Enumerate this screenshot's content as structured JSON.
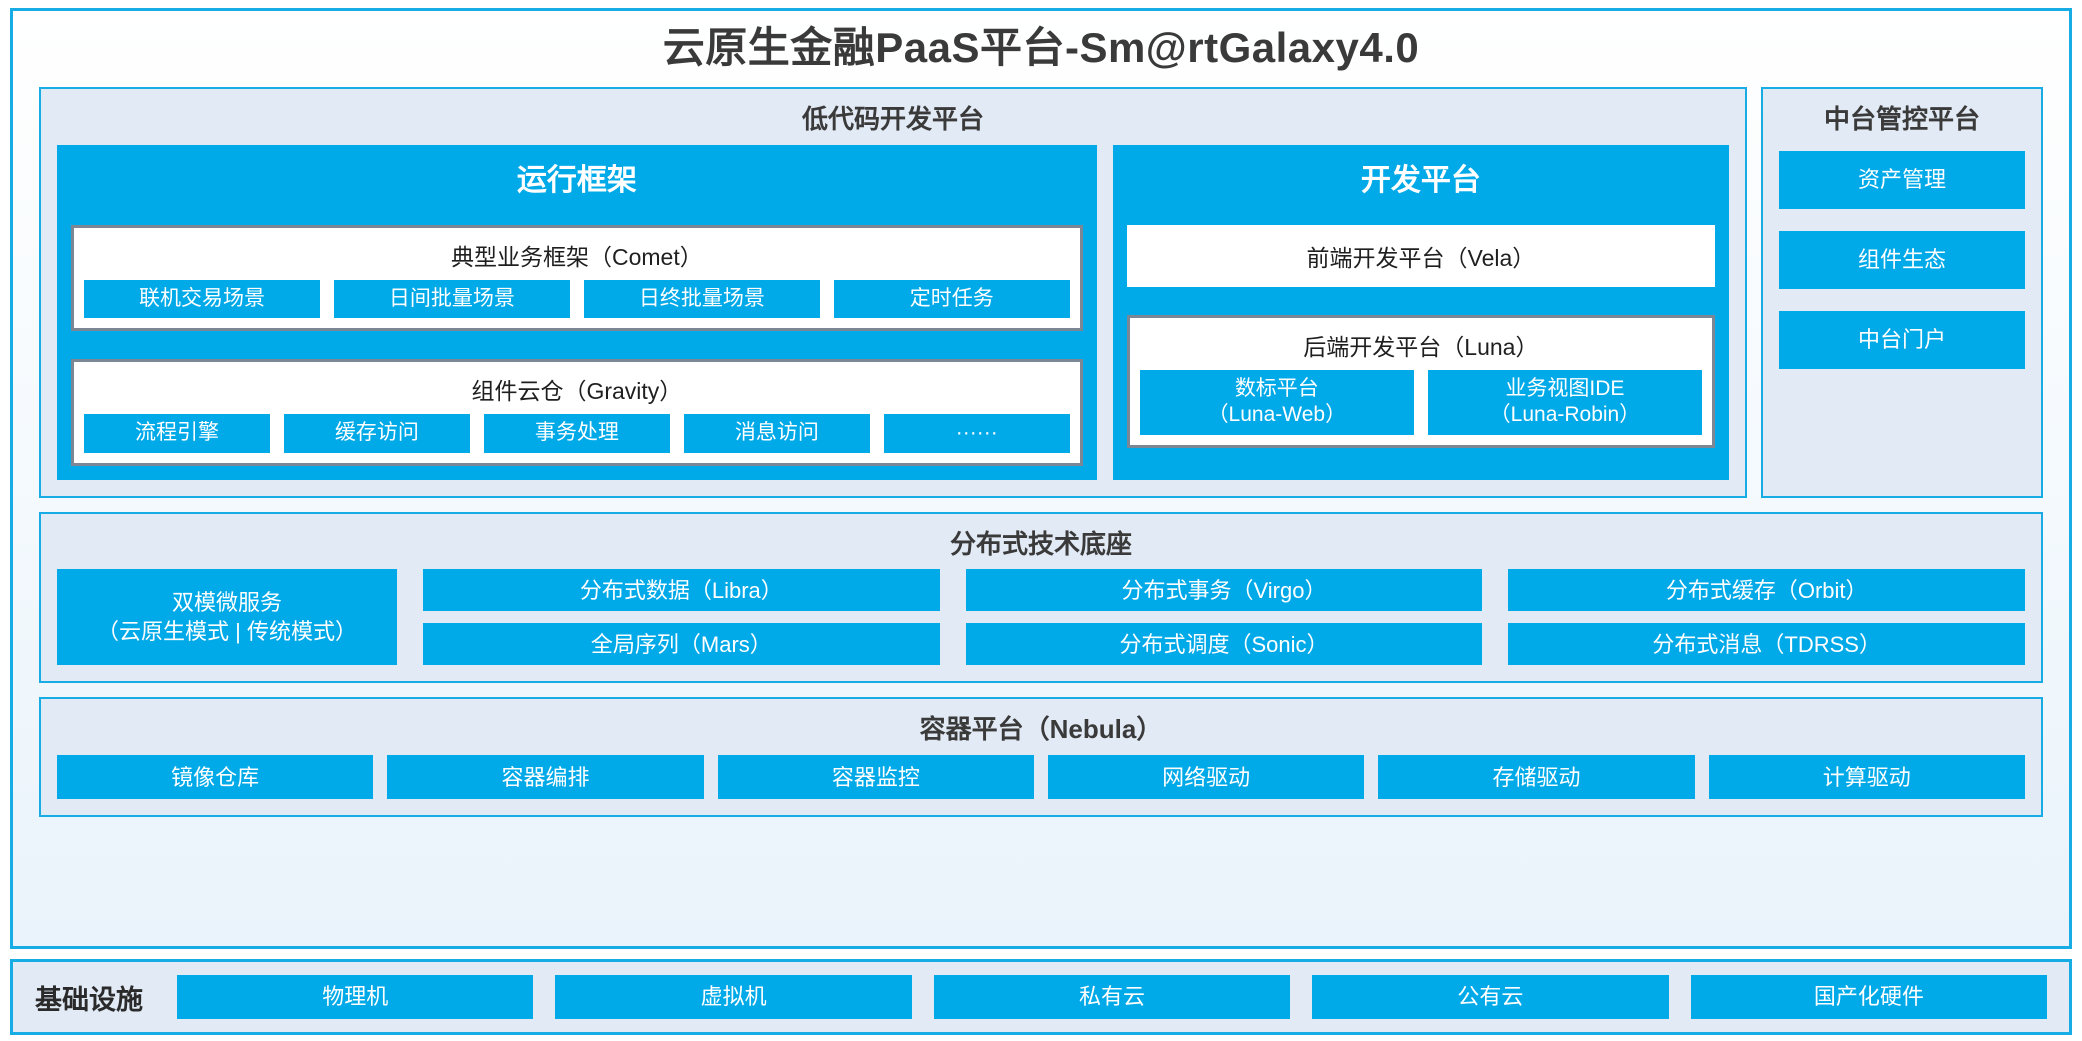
{
  "title": "云原生金融PaaS平台-Sm@rtGalaxy4.0",
  "colors": {
    "accent": "#00a9e8",
    "frame_border": "#18ace5",
    "panel_bg": "#e2ebf5",
    "card_border": "#7b8794",
    "text_dark": "#3a3a3a"
  },
  "lowcode": {
    "title": "低代码开发平台",
    "runtime": {
      "title": "运行框架",
      "comet": {
        "title": "典型业务框架（Comet）",
        "tiles": [
          "联机交易场景",
          "日间批量场景",
          "日终批量场景",
          "定时任务"
        ]
      },
      "gravity": {
        "title": "组件云仓（Gravity）",
        "tiles": [
          "流程引擎",
          "缓存访问",
          "事务处理",
          "消息访问",
          "······"
        ]
      }
    },
    "devplatform": {
      "title": "开发平台",
      "frontend": "前端开发平台（Vela）",
      "backend": {
        "title": "后端开发平台（Luna）",
        "tiles": [
          "数标平台\n（Luna-Web）",
          "业务视图IDE\n（Luna-Robin）"
        ]
      }
    }
  },
  "control": {
    "title": "中台管控平台",
    "items": [
      "资产管理",
      "组件生态",
      "中台门户"
    ]
  },
  "distributed": {
    "title": "分布式技术底座",
    "microservice": "双模微服务\n（云原生模式 | 传统模式）",
    "columns": [
      [
        "分布式数据（Libra）",
        "全局序列（Mars）"
      ],
      [
        "分布式事务（Virgo）",
        "分布式调度（Sonic）"
      ],
      [
        "分布式缓存（Orbit）",
        "分布式消息（TDRSS）"
      ]
    ]
  },
  "container": {
    "title": "容器平台（Nebula）",
    "tiles": [
      "镜像仓库",
      "容器编排",
      "容器监控",
      "网络驱动",
      "存储驱动",
      "计算驱动"
    ]
  },
  "infrastructure": {
    "label": "基础设施",
    "tiles": [
      "物理机",
      "虚拟机",
      "私有云",
      "公有云",
      "国产化硬件"
    ]
  }
}
